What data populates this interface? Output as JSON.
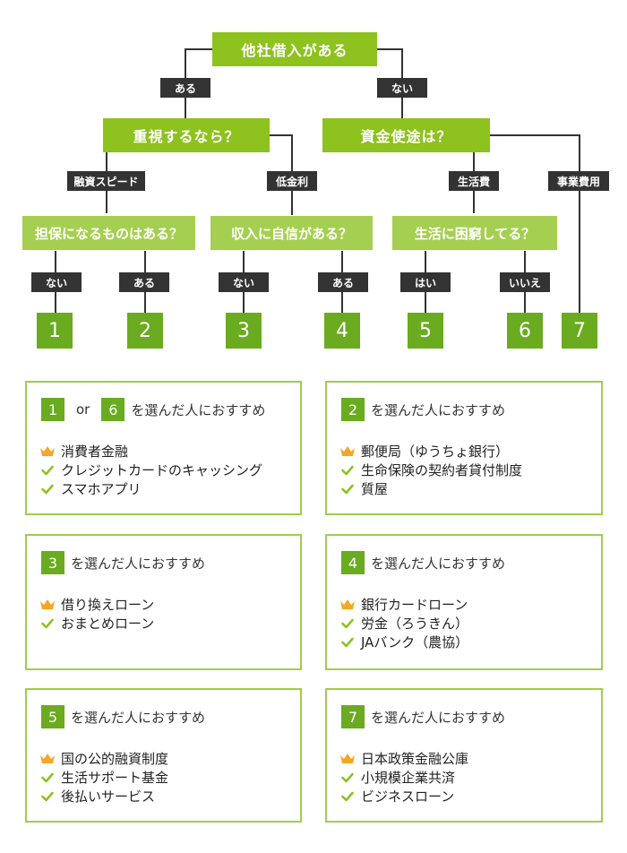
{
  "flow": {
    "root": "他社借入がある",
    "root_yes": "ある",
    "root_no": "ない",
    "q_priority": "重視するなら？",
    "q_purpose": "資金使途は？",
    "speed": "融資スピード",
    "low_rate": "低金利",
    "living": "生活費",
    "business": "事業費用",
    "q_collateral": "担保になるものはある？",
    "q_income": "収入に自信がある？",
    "q_hardship": "生活に困窮してる？",
    "col_no": "ない",
    "col_yes": "ある",
    "inc_no": "ない",
    "inc_yes": "ある",
    "hard_yes": "はい",
    "hard_no": "いいえ",
    "results": [
      "1",
      "2",
      "3",
      "4",
      "5",
      "6",
      "7"
    ]
  },
  "cards": [
    {
      "nums": [
        "1",
        "6"
      ],
      "or": "or",
      "suffix": "を選んだ人におすすめ",
      "items": [
        {
          "icon": "crown-icon",
          "text": "消費者金融"
        },
        {
          "icon": "check-icon",
          "text": "クレジットカードのキャッシング"
        },
        {
          "icon": "check-icon",
          "text": "スマホアプリ"
        }
      ]
    },
    {
      "nums": [
        "2"
      ],
      "suffix": "を選んだ人におすすめ",
      "items": [
        {
          "icon": "crown-icon",
          "text": "郵便局（ゆうちょ銀行）"
        },
        {
          "icon": "check-icon",
          "text": "生命保険の契約者貸付制度"
        },
        {
          "icon": "check-icon",
          "text": "質屋"
        }
      ]
    },
    {
      "nums": [
        "3"
      ],
      "suffix": "を選んだ人におすすめ",
      "items": [
        {
          "icon": "crown-icon",
          "text": "借り換えローン"
        },
        {
          "icon": "check-icon",
          "text": "おまとめローン"
        }
      ]
    },
    {
      "nums": [
        "4"
      ],
      "suffix": "を選んだ人におすすめ",
      "items": [
        {
          "icon": "crown-icon",
          "text": "銀行カードローン"
        },
        {
          "icon": "check-icon",
          "text": "労金（ろうきん）"
        },
        {
          "icon": "check-icon",
          "text": "JAバンク（農協）"
        }
      ]
    },
    {
      "nums": [
        "5"
      ],
      "suffix": "を選んだ人におすすめ",
      "items": [
        {
          "icon": "crown-icon",
          "text": "国の公的融資制度"
        },
        {
          "icon": "check-icon",
          "text": "生活サポート基金"
        },
        {
          "icon": "check-icon",
          "text": "後払いサービス"
        }
      ]
    },
    {
      "nums": [
        "7"
      ],
      "suffix": "を選んだ人におすすめ",
      "items": [
        {
          "icon": "crown-icon",
          "text": "日本政策金融公庫"
        },
        {
          "icon": "check-icon",
          "text": "小規模企業共済"
        },
        {
          "icon": "check-icon",
          "text": "ビジネスローン"
        }
      ]
    }
  ],
  "colors": {
    "green": "#8dc21f",
    "light_green": "#a5cf50",
    "dark_green": "#6aab1f",
    "label_bg": "#333333",
    "crown": "#f5a623",
    "check": "#8dc21f"
  }
}
